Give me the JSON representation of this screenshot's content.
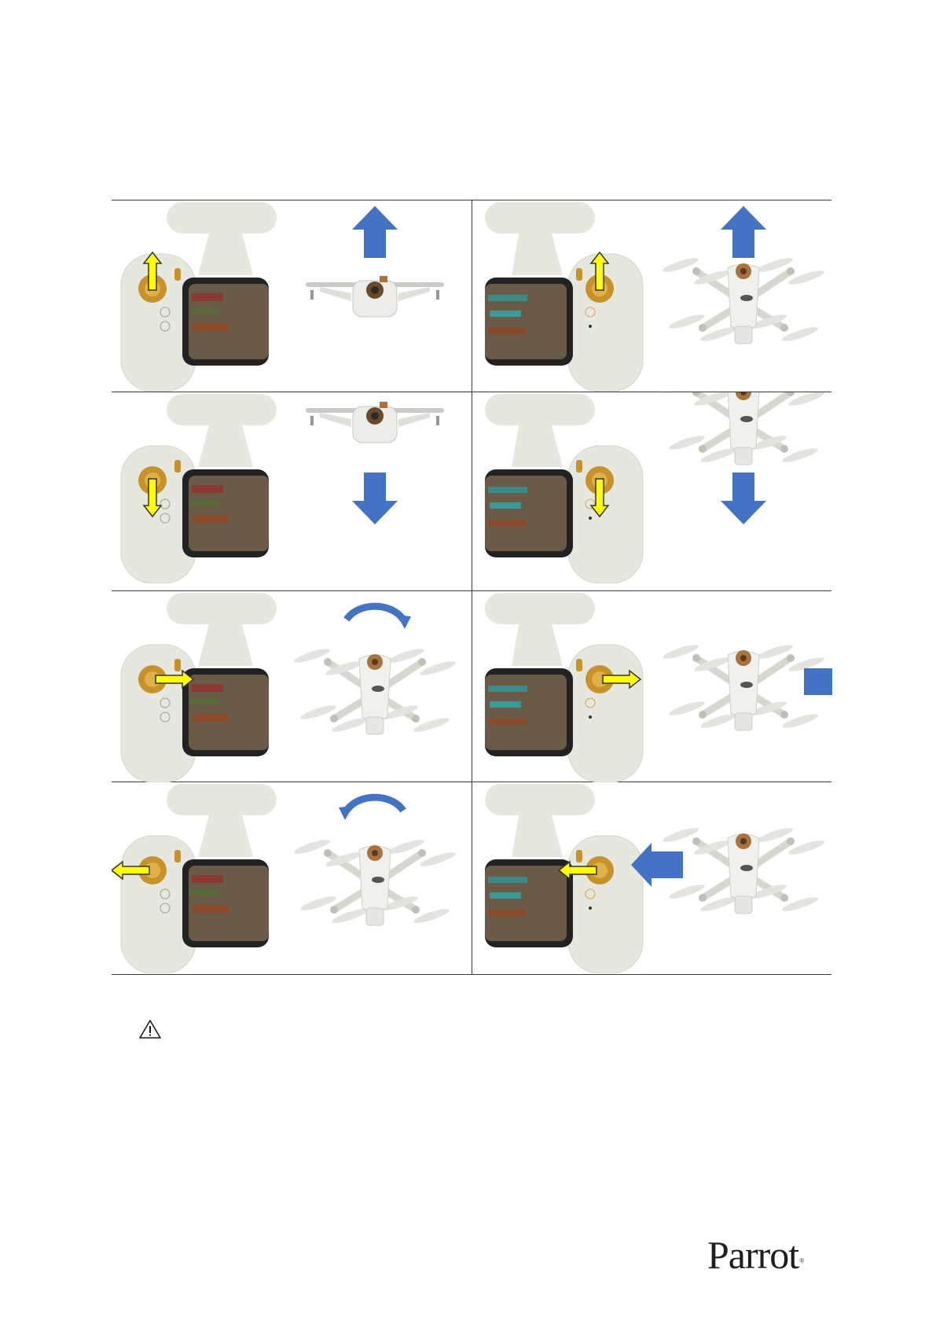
{
  "brand": {
    "logo_text": "Parrot",
    "registered_mark": "®"
  },
  "controls_table": {
    "rows": [
      {
        "left": {
          "stick": "left",
          "stick_arrow": "up",
          "drone_view": "front",
          "drone_arrow": "up"
        },
        "right": {
          "stick": "right",
          "stick_arrow": "up",
          "drone_view": "top",
          "drone_arrow": "up"
        }
      },
      {
        "left": {
          "stick": "left",
          "stick_arrow": "down",
          "drone_view": "front",
          "drone_arrow": "down"
        },
        "right": {
          "stick": "right",
          "stick_arrow": "down",
          "drone_view": "top",
          "drone_arrow": "down"
        }
      },
      {
        "left": {
          "stick": "left",
          "stick_arrow": "right",
          "drone_view": "top",
          "drone_arrow": "rotate-clockwise"
        },
        "right": {
          "stick": "right",
          "stick_arrow": "right",
          "drone_view": "top",
          "drone_arrow": "right"
        }
      },
      {
        "left": {
          "stick": "left",
          "stick_arrow": "left",
          "drone_view": "top",
          "drone_arrow": "rotate-counterclockwise"
        },
        "right": {
          "stick": "right",
          "stick_arrow": "left",
          "drone_view": "top",
          "drone_arrow": "left"
        }
      }
    ]
  },
  "warning": {
    "icon": "warning-triangle-icon"
  },
  "colors": {
    "stick_arrow": "#ffff00",
    "drone_arrow": "#4472c4",
    "controller": "#e6e8df",
    "stick": "#c8922a"
  }
}
